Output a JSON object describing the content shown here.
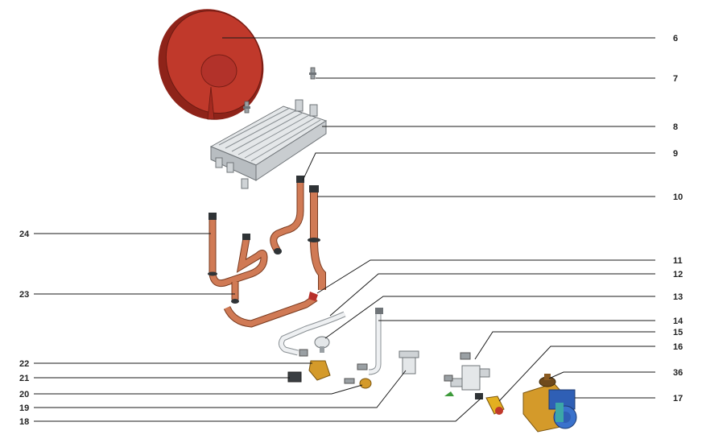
{
  "parts": [
    {
      "number": "6"
    },
    {
      "number": "7"
    },
    {
      "number": "8"
    },
    {
      "number": "9"
    },
    {
      "number": "10"
    },
    {
      "number": "11"
    },
    {
      "number": "12"
    },
    {
      "number": "13"
    },
    {
      "number": "14"
    },
    {
      "number": "15"
    },
    {
      "number": "16"
    },
    {
      "number": "36"
    },
    {
      "number": "17"
    },
    {
      "number": "24"
    },
    {
      "number": "23"
    },
    {
      "number": "22"
    },
    {
      "number": "21"
    },
    {
      "number": "20"
    },
    {
      "number": "19"
    },
    {
      "number": "18"
    }
  ],
  "colors": {
    "expansion_vessel": "#c0392b",
    "copper_pipe": "#d07a55",
    "brass_valve": "#d49a2a",
    "pump_blue": "#2f5fb5",
    "heat_exchanger": "#cfd3d6",
    "leader_line": "#1a1a1a"
  }
}
